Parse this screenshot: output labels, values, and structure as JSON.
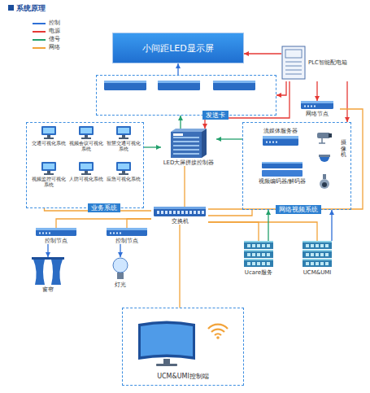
{
  "diagram": {
    "title": "系统原理",
    "nodes": [
      {
        "text": [
          "小间距LED显示屏"
        ]
      },
      {
        "text": [
          "PLC智能配电箱"
        ]
      },
      {
        "text": [
          "发送卡"
        ]
      },
      {
        "text": [
          "网络节点"
        ]
      },
      {
        "text": [
          "业务系统"
        ]
      },
      {
        "text": [
          "交通可视化系统"
        ],
        "in": 4
      },
      {
        "text": [
          "视频会议可视化系统"
        ],
        "in": 4
      },
      {
        "text": [
          "智慧交通可视化系统"
        ],
        "in": 4
      },
      {
        "text": [
          "视频监控可视化系统"
        ],
        "in": 4
      },
      {
        "text": [
          "人防可视化系统"
        ],
        "in": 4
      },
      {
        "text": [
          "应急可视化系统"
        ],
        "in": 4
      },
      {
        "text": [
          "LED大屏拼接控制器"
        ]
      },
      {
        "text": [
          "网络视频系统"
        ]
      },
      {
        "text": [
          "流媒体服务器"
        ],
        "in": 12
      },
      {
        "text": [
          "视频编码器/解码器"
        ],
        "in": 12
      },
      {
        "text": [
          "交换机"
        ]
      },
      {
        "text": [
          "控制节点"
        ]
      },
      {
        "text": [
          "控制节点"
        ]
      },
      {
        "text": [
          "窗帘"
        ]
      },
      {
        "text": [
          "灯光"
        ]
      },
      {
        "text": [
          "Ucare服务"
        ]
      },
      {
        "text": [
          "UCM&UMI"
        ]
      },
      {
        "text": [
          "UCM&UMI控制端"
        ]
      }
    ],
    "edges": [
      {
        "from": 1,
        "to": 0,
        "arrow": "to"
      },
      {
        "from": 1,
        "to": 2,
        "arrow": "to"
      },
      {
        "from": 1,
        "to": 3,
        "arrow": "to"
      },
      {
        "from": 1,
        "to": 12,
        "arrow": "to"
      },
      {
        "from": 1,
        "to": 11,
        "arrow": "to"
      },
      {
        "from": 2,
        "to": 0,
        "arrow": "to"
      },
      {
        "from": 11,
        "to": 2,
        "arrow": "to"
      },
      {
        "from": 4,
        "to": 11,
        "arrow": "to"
      },
      {
        "from": 12,
        "to": 11,
        "arrow": "to"
      },
      {
        "from": 15,
        "to": 4,
        "arrow": "none"
      },
      {
        "from": 15,
        "to": 11,
        "arrow": "none"
      },
      {
        "from": 15,
        "to": 3,
        "arrow": "none"
      },
      {
        "from": 15,
        "to": 12,
        "arrow": "none"
      },
      {
        "from": 15,
        "to": 16,
        "arrow": "none"
      },
      {
        "from": 15,
        "to": 17,
        "arrow": "none"
      },
      {
        "from": 15,
        "to": 20,
        "arrow": "none"
      },
      {
        "from": 15,
        "to": 21,
        "arrow": "none"
      },
      {
        "from": 15,
        "to": 22,
        "arrow": "none"
      },
      {
        "from": 16,
        "to": 18,
        "arrow": "to"
      },
      {
        "from": 17,
        "to": 19,
        "arrow": "to"
      },
      {
        "from": 20,
        "to": 12,
        "arrow": "to"
      },
      {
        "from": 21,
        "to": 12,
        "arrow": "to"
      }
    ],
    "labels": [
      "摄像机"
    ],
    "legend": [
      {
        "text": "控制",
        "color": "#2f6fd6"
      },
      {
        "text": "电源",
        "color": "#e53935"
      },
      {
        "text": "信号",
        "color": "#22a06b"
      },
      {
        "text": "网络",
        "color": "#f2a33a"
      }
    ]
  }
}
